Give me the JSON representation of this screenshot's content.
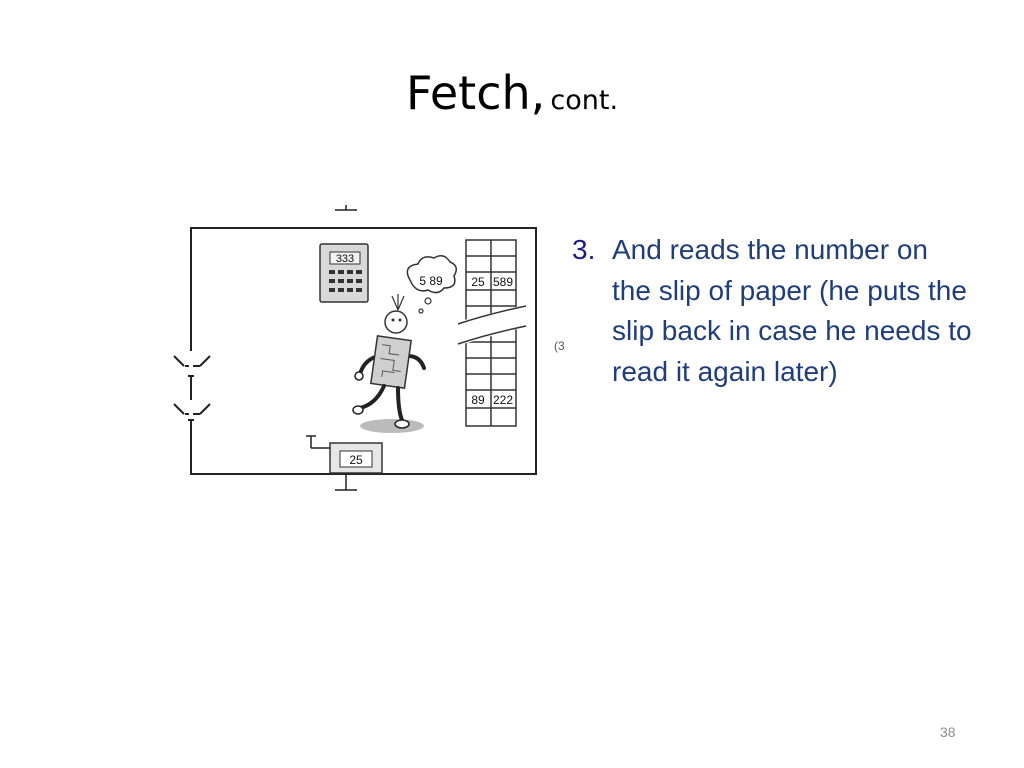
{
  "slide": {
    "title_main": "Fetch,",
    "title_sub": "cont.",
    "bullet_number": "3.",
    "bullet_text": "And reads the number on the slip of paper (he puts the slip back in case he needs to read it again later)",
    "page_number": "38"
  },
  "figure": {
    "calculator_display": "333",
    "thought_bubble": "5 89",
    "memory_top_address": "25",
    "memory_top_value": "589",
    "memory_bottom_address": "89",
    "memory_bottom_value": "222",
    "slip_value": "25",
    "cropped_mark": "(3"
  }
}
